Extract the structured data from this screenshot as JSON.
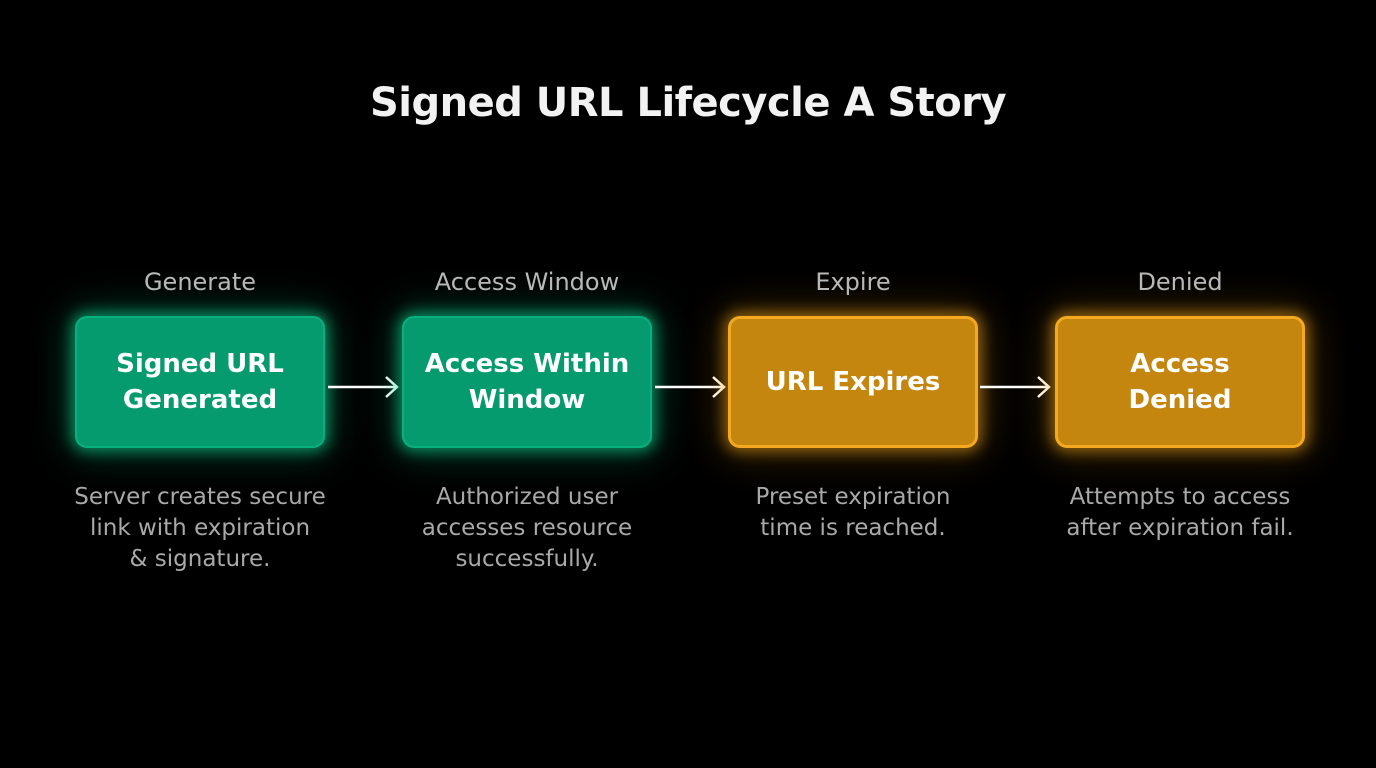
{
  "title": "Signed URL Lifecycle A Story",
  "stages": [
    {
      "label": "Generate",
      "box_text": "Signed URL\nGenerated",
      "description": "Server creates secure\nlink with expiration\n& signature.",
      "color": "#059b6f"
    },
    {
      "label": "Access Window",
      "box_text": "Access Within\nWindow",
      "description": "Authorized user\naccesses resource\nsuccessfully.",
      "color": "#059b6f"
    },
    {
      "label": "Expire",
      "box_text": "URL Expires",
      "description": "Preset expiration\ntime is reached.",
      "color": "#c4860f"
    },
    {
      "label": "Denied",
      "box_text": "Access\nDenied",
      "description": "Attempts to access\nafter expiration fail.",
      "color": "#c4860f"
    }
  ],
  "colors": {
    "background": "#000000",
    "green_accent": "#08b07f",
    "amber_accent": "#f5a920",
    "arrow": "#ffffff"
  }
}
